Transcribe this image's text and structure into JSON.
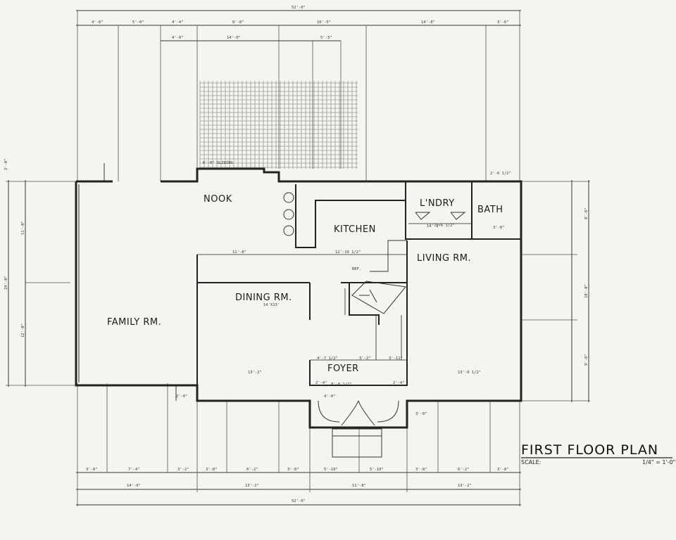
{
  "title": "FIRST FLOOR PLAN",
  "scale_label": "SCALE:",
  "scale_value": "1/4\" = 1'-0\"",
  "rooms": {
    "nook": "NOOK",
    "kitchen": "KITCHEN",
    "laundry": "L'NDRY",
    "bath": "BATH",
    "living": "LIVING RM.",
    "dining": "DINING RM.",
    "family": "FAMILY RM.",
    "foyer": "FOYER"
  },
  "notes": {
    "dining_size": "14'X13'",
    "sliding": "6'-0\" SLIDING",
    "ref": "REF."
  },
  "dims": {
    "top_overall": "52'-0\"",
    "top": [
      "4'-8\"",
      "5'-0\"",
      "4'-4\"",
      "8'-8\"",
      "10'-5\"",
      "14'-8\"",
      "3'-6\""
    ],
    "deck": [
      "4'-0\"",
      "14'-0\"",
      "5'-3\""
    ],
    "bottom_row1": [
      "3'-8\"",
      "7'-4\"",
      "3'-2\"",
      "3'-8\"",
      "6'-2\"",
      "3'-8\"",
      "5'-10\"",
      "5'-10\"",
      "3'-8\"",
      "6'-2\"",
      "3'-8\""
    ],
    "bottom_row2": [
      "14'-0\"",
      "13'-2\"",
      "11'-8\"",
      "13'-2\""
    ],
    "bottom_overall": "52'-0\"",
    "left": [
      "2'-0\"",
      "11'-0\"",
      "24'-0\"",
      "12'-0\""
    ],
    "right": [
      "8'-8\"",
      "18'-0\"",
      "9'-8\""
    ],
    "interior": [
      "11'-8\"",
      "12'-10 1/2\"",
      "14'-8\"",
      "13'-2\"",
      "4'-7 1/2\"",
      "3'-2\"",
      "3'-11\"",
      "8'-8 1/2\"",
      "2'-4\"",
      "2'-4\"",
      "13'-0 1/2\"",
      "2'-6 1/2\"",
      "3'-8\"",
      "7'-6 1/2\"",
      "4'-0\"",
      "2'-0\"",
      "3'-0\""
    ]
  }
}
